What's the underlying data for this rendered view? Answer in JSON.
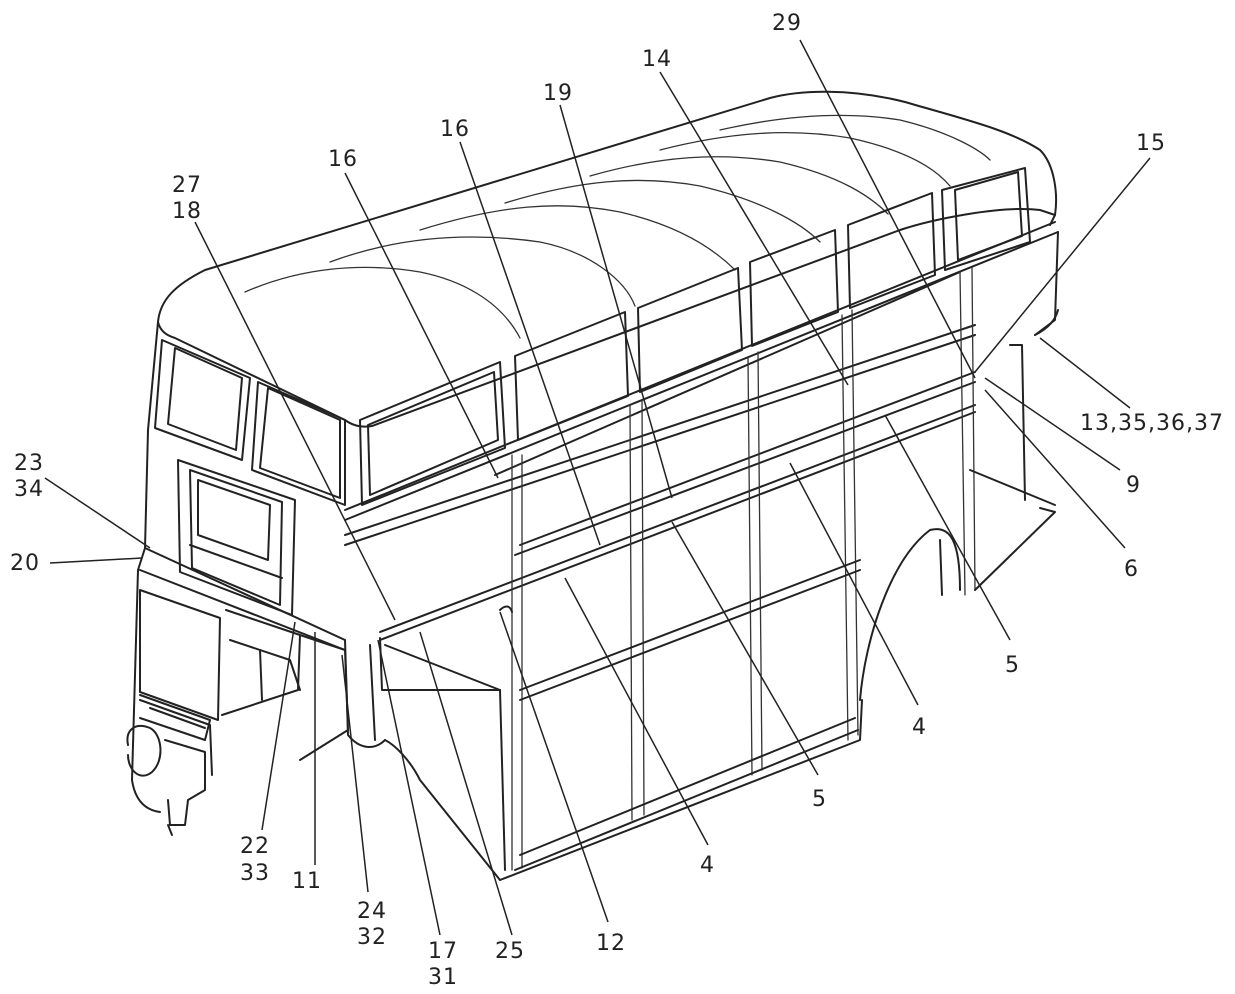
{
  "callouts": [
    {
      "id": "c29",
      "text": "29"
    },
    {
      "id": "c14",
      "text": "14"
    },
    {
      "id": "c19",
      "text": "19"
    },
    {
      "id": "c15",
      "text": "15"
    },
    {
      "id": "c16b",
      "text": "16"
    },
    {
      "id": "c16a",
      "text": "16"
    },
    {
      "id": "c27",
      "text": "27"
    },
    {
      "id": "c18",
      "text": "18"
    },
    {
      "id": "c13",
      "text": "13,35,36,37"
    },
    {
      "id": "c23",
      "text": "23"
    },
    {
      "id": "c34",
      "text": "34"
    },
    {
      "id": "c9",
      "text": "9"
    },
    {
      "id": "c20",
      "text": "20"
    },
    {
      "id": "c6",
      "text": "6"
    },
    {
      "id": "c5a",
      "text": "5"
    },
    {
      "id": "c4a",
      "text": "4"
    },
    {
      "id": "c5b",
      "text": "5"
    },
    {
      "id": "c22",
      "text": "22"
    },
    {
      "id": "c33",
      "text": "33"
    },
    {
      "id": "c11",
      "text": "11"
    },
    {
      "id": "c4b",
      "text": "4"
    },
    {
      "id": "c24",
      "text": "24"
    },
    {
      "id": "c32",
      "text": "32"
    },
    {
      "id": "c17",
      "text": "17"
    },
    {
      "id": "c31",
      "text": "31"
    },
    {
      "id": "c25",
      "text": "25"
    },
    {
      "id": "c12",
      "text": "12"
    }
  ]
}
